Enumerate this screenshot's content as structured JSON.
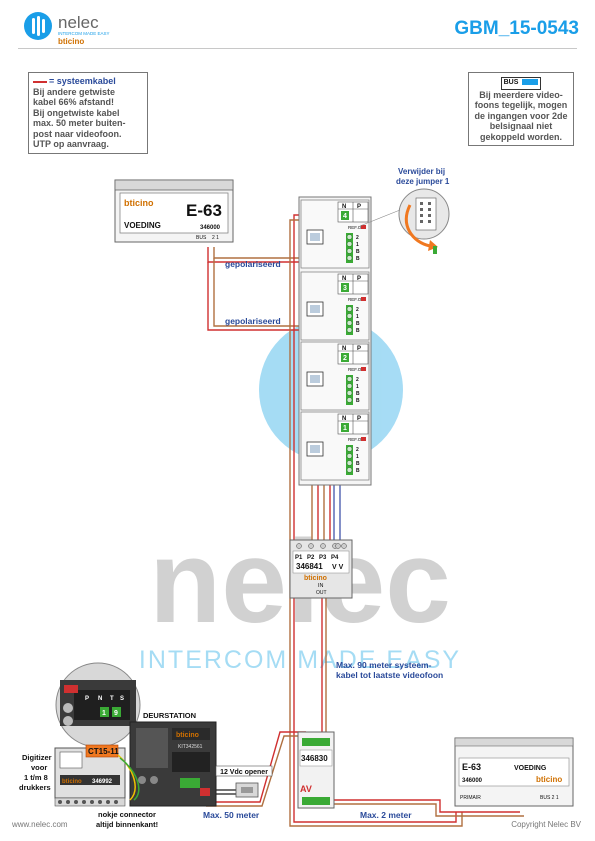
{
  "header": {
    "brand_name": "nelec",
    "brand_tagline": "INTERCOM MADE EASY",
    "brand_sub": "bticino",
    "doc_code": "GBM_15-0543"
  },
  "notes": {
    "left_title": "= systeemkabel",
    "left_lines": [
      "Bij andere getwiste",
      "kabel 66% afstand!",
      "Bij ongetwiste kabel",
      "max. 50 meter buiten-",
      "post naar videofoon.",
      "UTP op aanvraag."
    ],
    "right_badge": "BUS",
    "right_lines": [
      "Bij meerdere video-",
      "foons tegelijk, mogen",
      "de ingangen voor 2de",
      "belsignaal niet",
      "gekoppeld worden."
    ]
  },
  "power_top": {
    "brand": "bticino",
    "model": "E-63",
    "label": "VOEDING",
    "part": "346000",
    "bus_label": "BUS",
    "terminal_label": "2 1"
  },
  "jumper": {
    "title_1": "Verwijder bij",
    "title_2": "deze jumper 1"
  },
  "wire_labels": {
    "polarized_1": "gepolariseerd",
    "polarized_2": "gepolariseerd",
    "max90_1": "Max. 90 meter systeem-",
    "max90_2": "kabel tot laatste videofoon",
    "max50": "Max. 50 meter",
    "max2": "Max. 2 meter"
  },
  "videophones": [
    {
      "n": "N",
      "p": "P",
      "number": "4",
      "ref": "REF.ON",
      "terms": [
        "2",
        "1",
        "B",
        "B"
      ]
    },
    {
      "n": "N",
      "p": "P",
      "number": "3",
      "ref": "REF.ON",
      "terms": [
        "2",
        "1",
        "B",
        "B"
      ]
    },
    {
      "n": "N",
      "p": "P",
      "number": "2",
      "ref": "REF.ON",
      "terms": [
        "2",
        "1",
        "B",
        "B"
      ]
    },
    {
      "n": "N",
      "p": "P",
      "number": "1",
      "ref": "REF.ON",
      "terms": [
        "2",
        "1",
        "B",
        "B"
      ]
    }
  ],
  "distributor": {
    "ports": [
      "P1",
      "P2",
      "P3",
      "P4"
    ],
    "vv": "V V",
    "part": "346841",
    "brand": "bticino",
    "in": "IN",
    "out": "OUT"
  },
  "watermark": {
    "word": "nelec",
    "tagline": "INTERCOM MADE EASY"
  },
  "door_station": {
    "title": "DEURSTATION",
    "brand": "bticino",
    "model": "CT15-11",
    "part": "346992",
    "kit": "KIT342561",
    "zoom_labels": [
      "P",
      "N",
      "T",
      "S"
    ],
    "zoom_numbers": [
      "1",
      "9"
    ]
  },
  "digitizer": {
    "lines": [
      "Digitizer",
      "voor",
      "1 t/m 8",
      "drukkers"
    ],
    "connector_1": "nokje connector",
    "connector_2": "altijd binnenkant!"
  },
  "opener": {
    "label": "12 Vdc opener"
  },
  "module_346830": {
    "part": "346830",
    "label": "AV"
  },
  "power_bottom": {
    "model": "E-63",
    "label": "VOEDING",
    "part": "346000",
    "brand": "bticino",
    "primary": "PRIMAIR",
    "bus": "BUS 2 1"
  },
  "footer": {
    "left": "www.nelec.com",
    "right": "Copyright Nelec BV"
  },
  "colors": {
    "brand_blue": "#1a9ee8",
    "wire_red": "#d03030",
    "wire_brown": "#b07040",
    "label_blue": "#2a4a9a",
    "green": "#3aaa35",
    "orange": "#f07820"
  }
}
